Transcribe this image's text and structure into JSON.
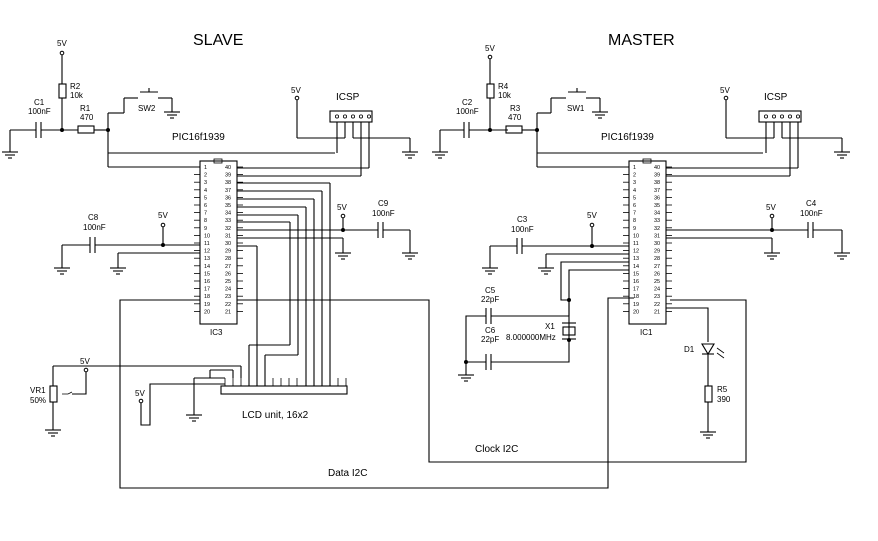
{
  "titles": {
    "slave": "SLAVE",
    "master": "MASTER"
  },
  "slave": {
    "c1": {
      "ref": "C1",
      "value": "100nF"
    },
    "r2": {
      "ref": "R2",
      "value": "10k"
    },
    "r1": {
      "ref": "R1",
      "value": "470"
    },
    "sw2": "SW2",
    "icsp": "ICSP",
    "mcu": "PIC16f1939",
    "c8": {
      "ref": "C8",
      "value": "100nF"
    },
    "c9": {
      "ref": "C9",
      "value": "100nF"
    },
    "ic": "IC3",
    "vr1": {
      "ref": "VR1",
      "value": "50%"
    },
    "lcd": "LCD unit, 16x2"
  },
  "master": {
    "c2": {
      "ref": "C2",
      "value": "100nF"
    },
    "r4": {
      "ref": "R4",
      "value": "10k"
    },
    "r3": {
      "ref": "R3",
      "value": "470"
    },
    "sw1": "SW1",
    "icsp": "ICSP",
    "mcu": "PIC16f1939",
    "c3": {
      "ref": "C3",
      "value": "100nF"
    },
    "c4": {
      "ref": "C4",
      "value": "100nF"
    },
    "c5": {
      "ref": "C5",
      "value": "22pF"
    },
    "c6": {
      "ref": "C6",
      "value": "22pF"
    },
    "x1": {
      "ref": "X1",
      "value": "8.000000MHz"
    },
    "ic": "IC1",
    "d1": "D1",
    "r5": {
      "ref": "R5",
      "value": "390"
    }
  },
  "vcc": "5V",
  "buses": {
    "data": "Data I2C",
    "clock": "Clock I2C"
  },
  "pins_left": [
    "1",
    "2",
    "3",
    "4",
    "5",
    "6",
    "7",
    "8",
    "9",
    "10",
    "11",
    "12",
    "13",
    "14",
    "15",
    "16",
    "17",
    "18",
    "19",
    "20"
  ],
  "pins_right": [
    "40",
    "39",
    "38",
    "37",
    "36",
    "35",
    "34",
    "33",
    "32",
    "31",
    "30",
    "29",
    "28",
    "27",
    "26",
    "25",
    "24",
    "23",
    "22",
    "21"
  ]
}
